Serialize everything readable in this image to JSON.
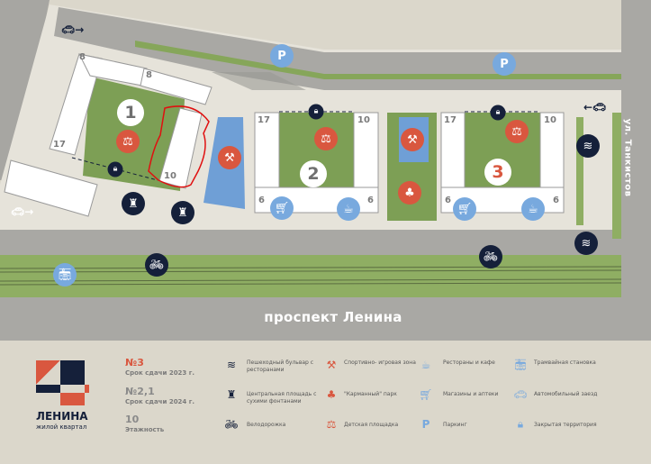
{
  "street_label": "ул. Танкистов",
  "avenue_label": "проспект Ленина",
  "buildings": {
    "complex_numbers": [
      "1",
      "2",
      "3"
    ],
    "floors": {
      "b1_top_left": "8",
      "b1_top_right": "8",
      "b1_left": "17",
      "b1_right": "10",
      "b2_left": "17",
      "b2_right": "10",
      "b2_bottom_left": "6",
      "b2_bottom_right": "6",
      "b3_left": "17",
      "b3_right": "10",
      "b3_bottom_left": "6",
      "b3_bottom_right": "6"
    }
  },
  "colors": {
    "accent_red": "#d9573f",
    "navy": "#15203a",
    "service_blue": "#78a9de",
    "green": "#7d9f55"
  },
  "map_icons": {
    "parking": "P"
  },
  "logo": {
    "title": "ЛЕНИНА",
    "subtitle": "жилой квартал"
  },
  "info": {
    "phase3_no": "№3",
    "phase3_date": "Срок сдачи 2023 г.",
    "phase21_no": "№2,1",
    "phase21_date": "Срок сдачи 2024 г.",
    "floors_no": "10",
    "floors_label": "Этажность"
  },
  "legend": [
    {
      "icon": "boulevard-icon",
      "label": "Пешеходный бульвар с ресторанами"
    },
    {
      "icon": "fountain-square-icon",
      "label": "Центральная площадь с сухими фонтанами"
    },
    {
      "icon": "bike-path-icon",
      "label": "Велодорожка"
    },
    {
      "icon": "sport-zone-icon",
      "label": "Спортивно- игровая зона"
    },
    {
      "icon": "pocket-park-icon",
      "label": "\"Карманный\" парк"
    },
    {
      "icon": "playground-icon",
      "label": "Детская площадка"
    },
    {
      "icon": "cafe-icon",
      "label": "Рестораны и кафе"
    },
    {
      "icon": "shop-icon",
      "label": "Магазины и аптеки"
    },
    {
      "icon": "parking-icon",
      "label": "Паркинг"
    },
    {
      "icon": "tram-stop-icon",
      "label": "Трамвайная становка"
    },
    {
      "icon": "car-entry-icon",
      "label": "Автомобильный заезд"
    },
    {
      "icon": "lock-icon",
      "label": "Закрытая территория"
    }
  ]
}
